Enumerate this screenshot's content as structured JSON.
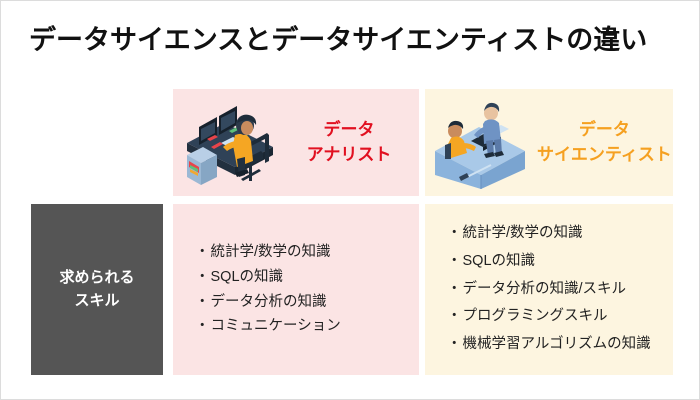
{
  "page": {
    "title": "データサイエンスとデータサイエンティストの違い",
    "background_color": "#ffffff"
  },
  "colors": {
    "analyst_panel": "#fbe4e4",
    "scientist_panel": "#fdf5e0",
    "analyst_accent": "#e11020",
    "scientist_accent": "#f5a020",
    "row_label_background": "#555555",
    "row_label_text": "#ffffff",
    "body_text": "#222222",
    "title_text": "#111111"
  },
  "columns": {
    "analyst": {
      "role_title": "データ\nアナリスト",
      "role_title_line1": "データ",
      "role_title_line2": "アナリスト",
      "illustration": "person-at-desk-two-monitors-icon"
    },
    "scientist": {
      "role_title": "データ\nサイエンティスト",
      "role_title_line1": "データ",
      "role_title_line2": "サイエンティスト",
      "illustration": "two-people-at-desk-laptop-icon"
    }
  },
  "rows": [
    {
      "label": "求められる\nスキル",
      "label_line1": "求められる",
      "label_line2": "スキル",
      "bullet": "・",
      "analyst_skills": [
        "統計学/数学の知識",
        "SQLの知識",
        "データ分析の知識",
        "コミュニケーション"
      ],
      "scientist_skills": [
        "統計学/数学の知識",
        "SQLの知識",
        "データ分析の知識/スキル",
        "プログラミングスキル",
        "機械学習アルゴリズムの知識"
      ]
    }
  ]
}
